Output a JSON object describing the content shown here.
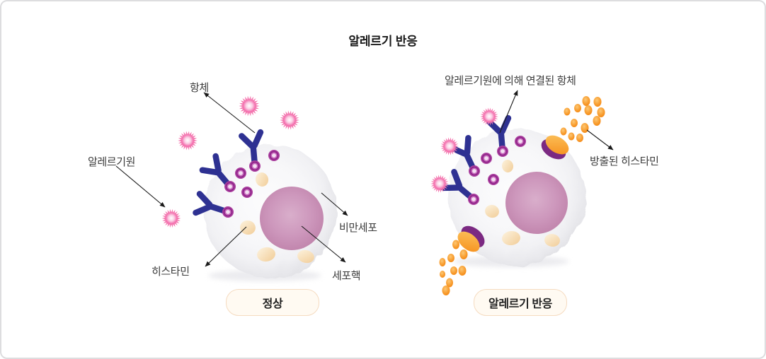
{
  "title": "알레르기 반응",
  "panels": {
    "normal": {
      "badge": "정상",
      "labels": {
        "antibody": "항체",
        "allergen": "알레르기원",
        "histamine": "히스타민",
        "mast_cell": "비만세포",
        "nucleus": "세포핵"
      }
    },
    "allergic": {
      "badge": "알레르기 반응",
      "labels": {
        "linked_antibody": "알레르기원에 의해 연결된 항체",
        "released_histamine": "방출된 히스타민"
      }
    }
  },
  "colors": {
    "antibody_navy": "#2E3192",
    "allergen_pink": "#F2569E",
    "nucleus_mauve": "#C285AC",
    "membrane_granule_purple": "#8E2489",
    "released_histamine_orange": "#F7931E",
    "histamine_granule_cream": "#F2CD96",
    "cell_body_gray": "#EFEFF2",
    "badge_bg": "#FFFAF2",
    "badge_border": "#F5DBC0",
    "arrow_black": "#1A1A1A"
  }
}
